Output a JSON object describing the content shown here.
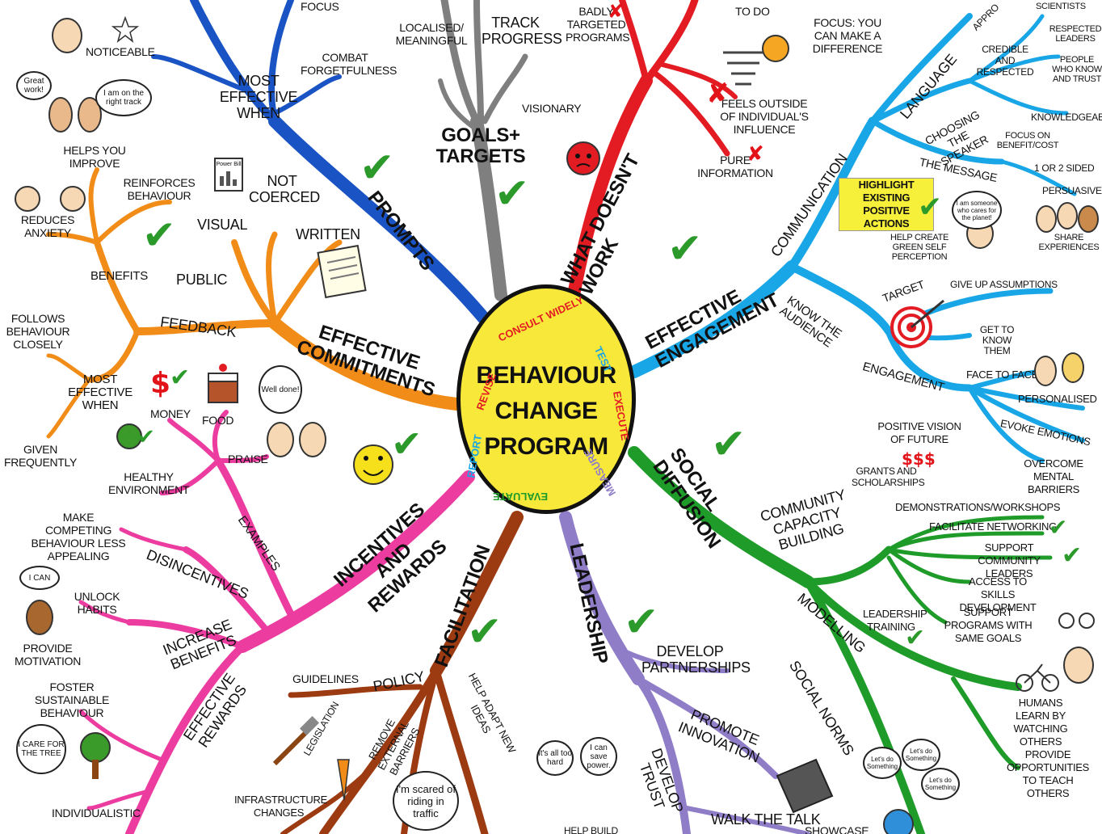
{
  "center": {
    "title_line1": "BEHAVIOUR",
    "title_line2": "CHANGE",
    "title_line3": "PROGRAM"
  },
  "cycle": [
    "CONSULT WIDELY",
    "TEST",
    "EXECUTE",
    "MEASURE",
    "EVALUATE",
    "REPORT",
    "REVISE"
  ],
  "colors": {
    "prompts": "#1a54c4",
    "goals": "#7f7f7f",
    "doesnt": "#e31b23",
    "engagement": "#19a6e6",
    "social": "#1f9b2a",
    "leadership": "#8f7dc8",
    "facilitation": "#9c3b12",
    "incentives": "#ec3ca0",
    "commitments": "#f28c18",
    "check": "#2b9a2b"
  },
  "branches": {
    "prompts": {
      "label": "PROMPTS",
      "most_effective": "MOST EFFECTIVE WHEN",
      "noticeable": "NOTICEABLE",
      "combat": "COMBAT FORGETFULNESS",
      "focus": "FOCUS"
    },
    "goals": {
      "label": "GOALS+ TARGETS",
      "localised": "LOCALISED/ MEANINGFUL",
      "track": "TRACK PROGRESS",
      "visionary": "VISIONARY"
    },
    "doesnt": {
      "label": "WHAT DOESN'T WORK",
      "badly": "BADLY TARGETED PROGRAMS",
      "feels": "FEELS OUTSIDE OF INDIVIDUAL'S INFLUENCE",
      "pure": "PURE INFORMATION",
      "to_do": "TO DO"
    },
    "engagement": {
      "label": "EFFECTIVE ENGAGEMENT",
      "communication": "COMMUNICATION",
      "language": "LANGUAGE",
      "choosing": "CHOOSING THE SPEAKER",
      "message": "THE MESSAGE",
      "focus_you": "FOCUS: YOU CAN MAKE A DIFFERENCE",
      "credible": "CREDIBLE AND RESPECTED",
      "knowledgeable": "KNOWLEDGEABLE",
      "scientists": "SCIENTISTS",
      "respected_leaders": "RESPECTED LEADERS",
      "people_trust": "PEOPLE WHO KNOW AND TRUST",
      "appro": "APPRO",
      "focus_benefit": "FOCUS ON BENEFIT/COST",
      "one_or_two": "1 OR 2 SIDED",
      "persuasive": "PERSUASIVE",
      "share": "SHARE EXPERIENCES",
      "highlight": "HIGHLIGHT EXISTING POSITIVE ACTIONS",
      "help_create": "HELP CREATE GREEN SELF PERCEPTION",
      "know_audience": "KNOW THE AUDIENCE",
      "target": "TARGET",
      "give_up": "GIVE UP ASSUMPTIONS",
      "get_to_know": "GET TO KNOW THEM",
      "engagement": "ENGAGEMENT",
      "face_to_face": "FACE TO FACE",
      "personalised": "PERSONALISED",
      "evoke": "EVOKE EMOTIONS",
      "positive_vision": "POSITIVE VISION OF FUTURE",
      "overcome": "OVERCOME MENTAL BARRIERS"
    },
    "social": {
      "label": "SOCIAL DIFFUSION",
      "community": "COMMUNITY CAPACITY BUILDING",
      "grants": "GRANTS AND SCHOLARSHIPS",
      "demos": "DEMONSTRATIONS/WORKSHOPS",
      "networking": "FACILITATE NETWORKING",
      "support_leaders": "SUPPORT COMMUNITY LEADERS",
      "access_skills": "ACCESS TO SKILLS DEVELOPMENT",
      "support_programs": "SUPPORT PROGRAMS WITH SAME GOALS",
      "leadership_training": "LEADERSHIP TRAINING",
      "modelling": "MODELLING",
      "humans_learn": "HUMANS LEARN BY WATCHING OTHERS",
      "provide_opps": "PROVIDE OPPORTUNITIES TO TEACH OTHERS",
      "social_norms": "SOCIAL NORMS"
    },
    "leadership": {
      "label": "LEADERSHIP",
      "develop_partnerships": "DEVELOP PARTNERSHIPS",
      "promote": "PROMOTE INNOVATION",
      "develop_trust": "DEVELOP TRUST",
      "walk": "WALK THE TALK",
      "showcase": "SHOWCASE",
      "help_build": "HELP BUILD"
    },
    "facilitation": {
      "label": "FACILITATION",
      "policy": "POLICY",
      "guidelines": "GUIDELINES",
      "legislation": "LEGISLATION",
      "remove": "REMOVE EXTERNAL BARRIERS",
      "help_adapt": "HELP ADAPT NEW IDEAS",
      "infrastructure": "INFRASTRUCTURE CHANGES"
    },
    "incentives": {
      "label": "INCENTIVES AND REWARDS",
      "examples": "EXAMPLES",
      "money": "MONEY",
      "food": "FOOD",
      "praise": "PRAISE",
      "healthy": "HEALTHY ENVIRONMENT",
      "disincentives": "DISINCENTIVES",
      "make_competing": "MAKE COMPETING BEHAVIOUR LESS APPEALING",
      "increase": "INCREASE BENEFITS",
      "unlock": "UNLOCK HABITS",
      "provide_motivation": "PROVIDE MOTIVATION",
      "effective_rewards": "EFFECTIVE REWARDS",
      "foster": "FOSTER SUSTAINABLE BEHAVIOUR",
      "individualistic": "INDIVIDUALISTIC",
      "most_effective": "MOST EFFECTIVE WHEN",
      "follows": "FOLLOWS BEHAVIOUR CLOSELY",
      "given": "GIVEN FREQUENTLY"
    },
    "commitments": {
      "label": "EFFECTIVE COMMITMENTS",
      "feedback": "FEEDBACK",
      "public": "PUBLIC",
      "written": "WRITTEN",
      "not_coerced": "NOT COERCED",
      "visual": "VISUAL",
      "benefits": "BENEFITS",
      "reinforces": "REINFORCES BEHAVIOUR",
      "helps_improve": "HELPS YOU IMPROVE",
      "reduces": "REDUCES ANXIETY"
    }
  },
  "bubbles": {
    "great": "Great work!",
    "track": "I am on the right track",
    "care": "I am someone who cares for the planet!",
    "well_done": "Well done!",
    "i_can": "I CAN",
    "i_care": "I CARE FOR THE TREE",
    "scared": "I'm scared of riding in traffic",
    "too_hard": "It's all too hard",
    "save_power": "I can save power.",
    "lets_do1": "Let's do Something",
    "lets_do2": "Let's do Something",
    "lets_do3": "Let's do Something",
    "power_bill": "Power Bill"
  },
  "icons": [
    "face-icon",
    "star-icon",
    "checkmark-icon",
    "cross-icon",
    "dollar-icon",
    "cake-icon",
    "tree-icon",
    "target-icon",
    "smiley-icon",
    "angry-face-icon",
    "tornado-icon",
    "sun-icon",
    "globe-icon",
    "bicycle-icon",
    "solar-panel-icon",
    "hammer-icon",
    "carrot-icon",
    "document-icon",
    "chart-icon"
  ]
}
